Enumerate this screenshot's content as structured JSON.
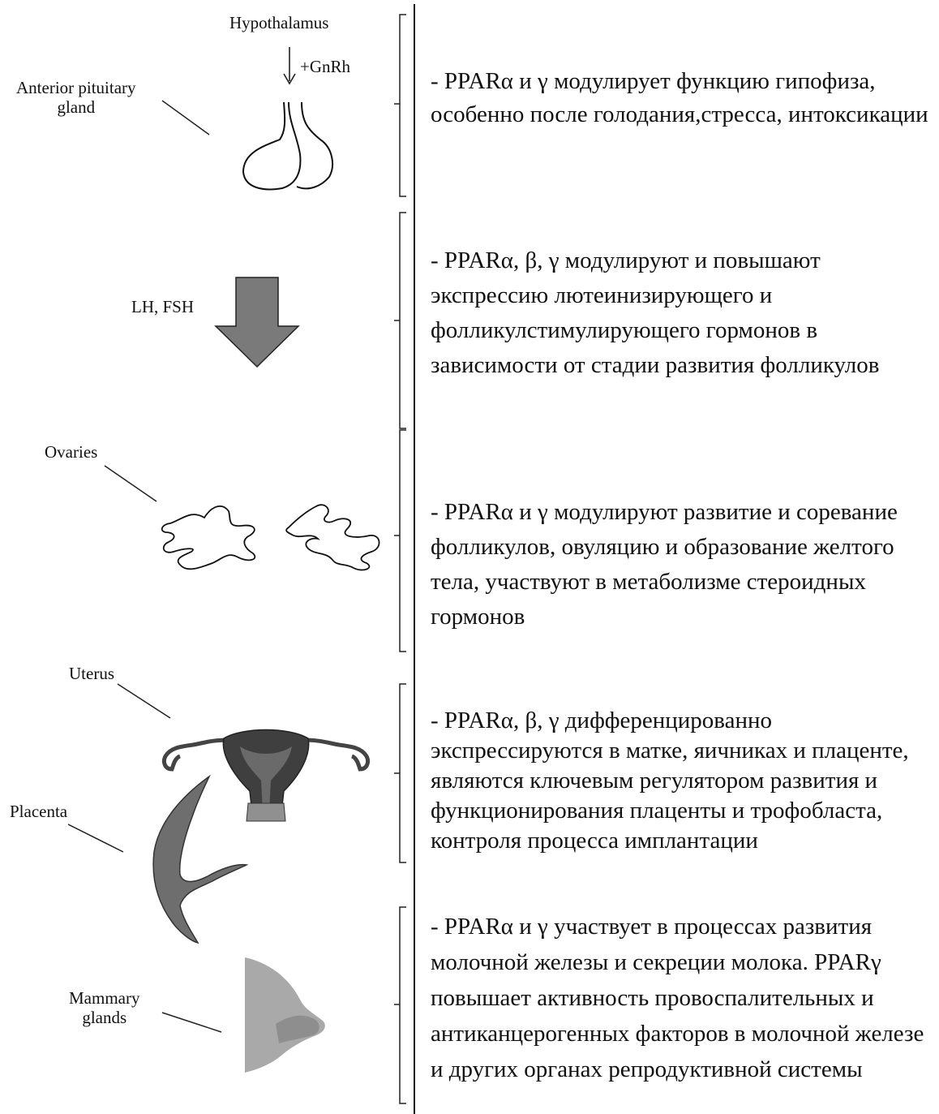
{
  "labels": {
    "hypothalamus": "Hypothalamus",
    "gnrh": "+GnRh",
    "anterior_pituitary": "Anterior pituitary\ngland",
    "lh_fsh": "LH, FSH",
    "ovaries": "Ovaries",
    "uterus": "Uterus",
    "placenta": "Placenta",
    "mammary": "Mammary\nglands"
  },
  "descriptions": {
    "pituitary": "- PPARα и γ модулирует функцию гипофиза, особенно после голодания,стресса, интоксикации",
    "hormones": "- PPARα, β, γ модулируют и повышают экспрессию лютеинизирующего и фолликулстимулирующего гормонов в зависимости от стадии развития фолликулов",
    "ovaries": "- PPARα и γ модулируют развитие и соревание фолликулов, овуляцию и образование желтого тела, участвуют в метаболизме стероидных гормонов",
    "uterus_placenta": "- PPARα, β, γ дифференцированно экспрессируются в матке, яичниках и плаценте, являются ключевым регулятором развития и функционирования плаценты и трофобласта, контроля процесса имплантации",
    "mammary": "- PPARα и γ участвует в процессах развития молочной железы и секреции молока. PPARγ повышает активность провоспалительных и антиканцерогенных факторов в молочной железе и других органах репродуктивной системы"
  },
  "colors": {
    "arrow_fill": "#7a7a7a",
    "uterus_dark": "#3f3f3f",
    "placenta": "#6e6e6e",
    "breast": "#a9a9a9"
  }
}
